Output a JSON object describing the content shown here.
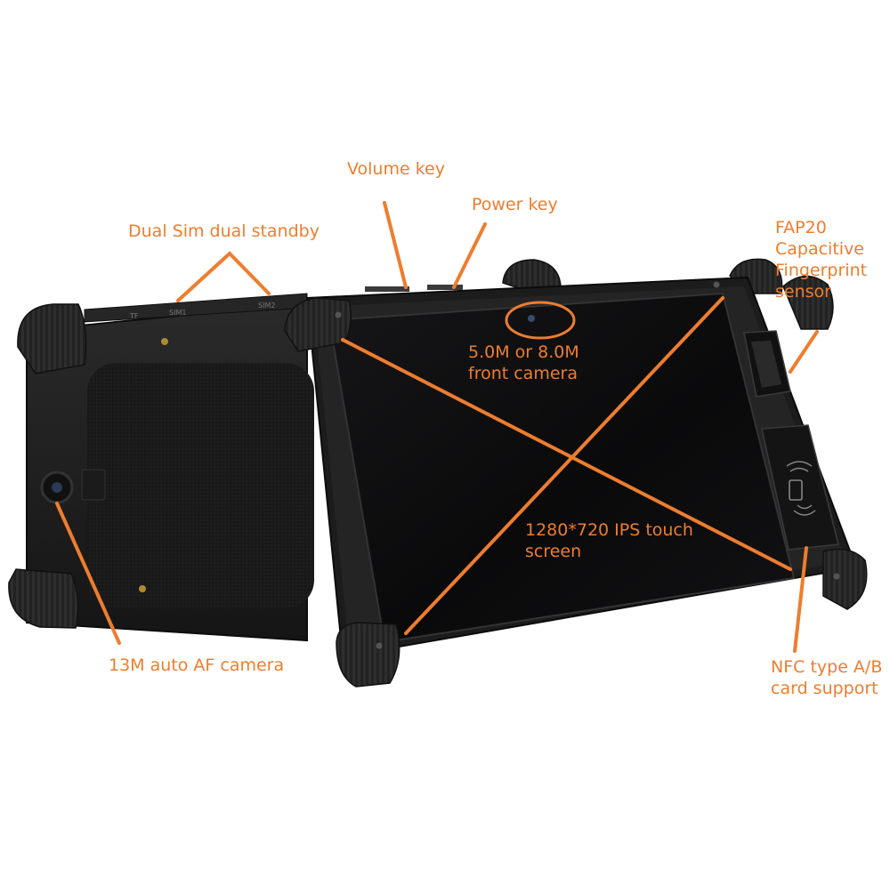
{
  "colors": {
    "accent": "#ee7d2e",
    "device_body": "#1c1c1c",
    "rubber": "#2a2a2a",
    "screen": "#0b0b0c",
    "background": "#ffffff"
  },
  "labels": {
    "volume_key": "Volume key",
    "power_key": "Power key",
    "dual_sim": "Dual Sim dual standby",
    "fingerprint": [
      "FAP20",
      "Capacitive",
      "Fingerprint",
      "sensor"
    ],
    "front_camera": [
      "5.0M or 8.0M",
      "front camera"
    ],
    "touch_screen": [
      "1280*720 IPS touch",
      "screen"
    ],
    "rear_camera": "13M auto AF camera",
    "nfc": [
      "NFC type A/B",
      "card support"
    ]
  },
  "back_markings": {
    "tf": "TF",
    "sim1": "SIM1",
    "sim2": "SIM2"
  },
  "icons": {
    "nfc": "nfc-phone-icon",
    "fingerprint": "fingerprint-sensor-icon",
    "rear_camera": "camera-lens-icon",
    "front_camera": "camera-lens-icon"
  }
}
